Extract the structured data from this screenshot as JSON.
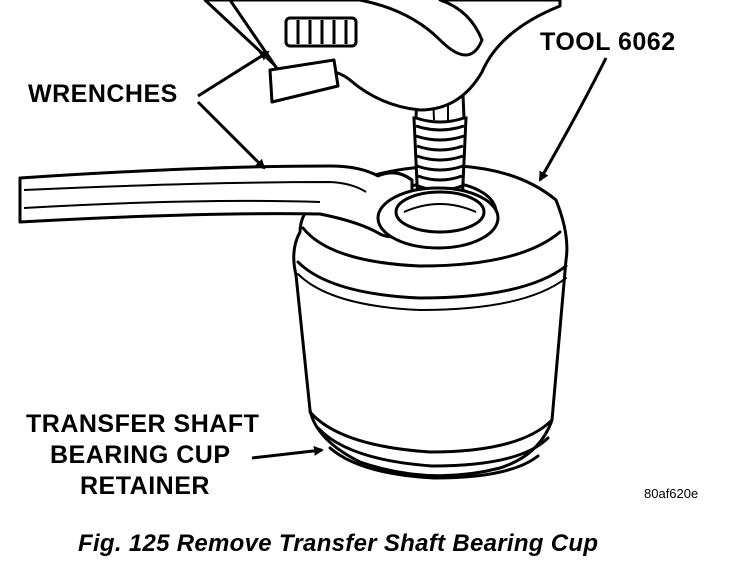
{
  "labels": {
    "tool": "TOOL 6062",
    "wrenches": "WRENCHES",
    "retainer_line1": "TRANSFER SHAFT",
    "retainer_line2": "BEARING CUP",
    "retainer_line3": "RETAINER"
  },
  "figure_code": "80af620e",
  "caption": "Fig. 125 Remove Transfer Shaft Bearing Cup"
}
